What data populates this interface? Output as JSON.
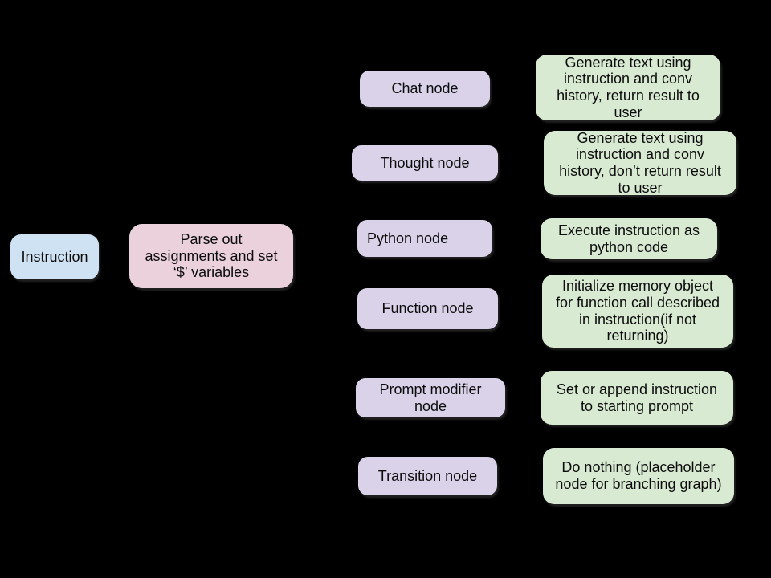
{
  "palette": {
    "background": "#000000",
    "instruction_fill": "#cfe2f3",
    "parser_fill": "#ead1dc",
    "node_type_fill": "#d9d2e9",
    "description_fill": "#d9ead3",
    "text_color": "#0c0c0c"
  },
  "diagram": {
    "input": {
      "label": "Instruction"
    },
    "parser": {
      "label": "Parse out\nassignments and set\n‘$’ variables"
    },
    "node_types": [
      {
        "id": "chat",
        "label": "Chat node",
        "description": "Generate text using\ninstruction and conv\nhistory, return result to\nuser"
      },
      {
        "id": "thought",
        "label": "Thought node",
        "description": "Generate text using\ninstruction and conv\nhistory, don’t return result\nto user"
      },
      {
        "id": "python",
        "label": "Python node",
        "description": "Execute instruction as\npython code"
      },
      {
        "id": "function",
        "label": "Function node",
        "description": "Initialize memory object\nfor function call described\nin instruction(if not\nreturning)"
      },
      {
        "id": "prompt_modifier",
        "label": "Prompt modifier\nnode",
        "description": "Set or append instruction\nto starting prompt"
      },
      {
        "id": "transition",
        "label": "Transition node",
        "description": "Do nothing (placeholder\nnode for branching graph)"
      }
    ]
  }
}
